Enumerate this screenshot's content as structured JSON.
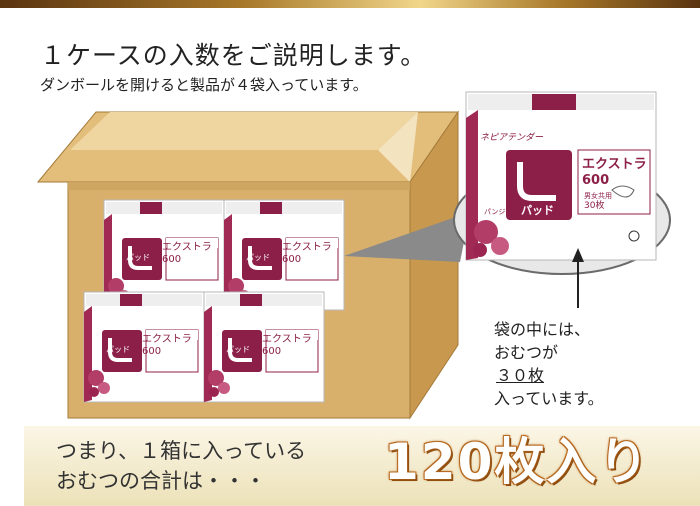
{
  "heading": {
    "title": "１ケースの入数をご説明します。",
    "subtitle": "ダンボールを開けると製品が４袋入っています。"
  },
  "product": {
    "brand": "ネピアテンダー",
    "logo": "パッド",
    "name_line1": "エクストラ",
    "name_line2": "600",
    "spec": "男女共用",
    "count": "30枚",
    "sub": "パンジー"
  },
  "note": {
    "line1": "袋の中には、",
    "line2": "おむつが",
    "line3": "３０枚",
    "line4": "入っています。"
  },
  "summary": {
    "line1": "つまり、１箱に入っている",
    "line2": "おむつの合計は・・・",
    "total": "120枚入り"
  },
  "colors": {
    "brand_maroon": "#8c1f47",
    "cardboard": "#d9b06b",
    "summary_bg": "#f3ead0",
    "total_orange": "#e08a2a"
  }
}
